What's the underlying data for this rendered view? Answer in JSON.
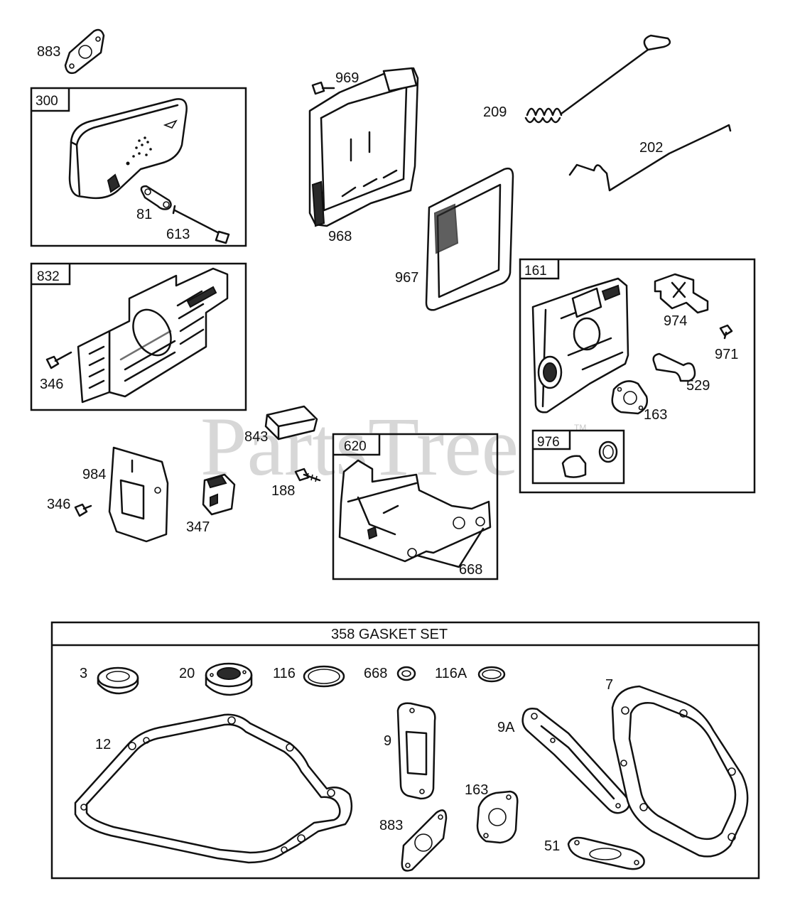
{
  "watermark": "PartsTree",
  "watermark_mark": "TM",
  "colors": {
    "ink": "#111111",
    "paper": "#ffffff",
    "watermark": "#d7d7d7"
  },
  "group_boxes": {
    "b300": "300",
    "b832": "832",
    "b161": "161",
    "b976": "976",
    "b620": "620",
    "gasket_title": "358 GASKET SET"
  },
  "callouts": {
    "c883_top": "883",
    "c969": "969",
    "c209": "209",
    "c202": "202",
    "c81": "81",
    "c613": "613",
    "c968": "968",
    "c967": "967",
    "c974": "974",
    "c971": "971",
    "c529": "529",
    "c163_top": "163",
    "c346_a": "346",
    "c843": "843",
    "c984": "984",
    "c346_b": "346",
    "c347": "347",
    "c188": "188",
    "c668_top": "668",
    "g3": "3",
    "g20": "20",
    "g116": "116",
    "g668": "668",
    "g116a": "116A",
    "g12": "12",
    "g9": "9",
    "g9a": "9A",
    "g7": "7",
    "g163": "163",
    "g883": "883",
    "g51": "51"
  }
}
